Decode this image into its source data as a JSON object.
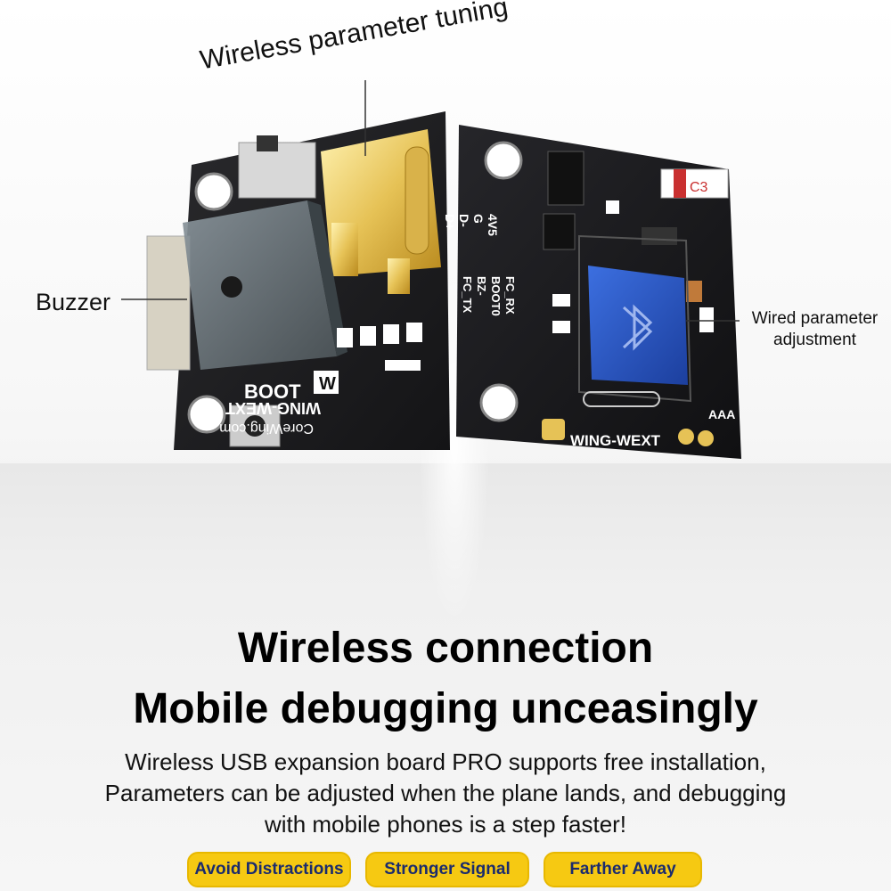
{
  "callouts": {
    "wireless_tuning": "Wireless parameter tuning",
    "buzzer": "Buzzer",
    "wired_adjust_line1": "Wired parameter",
    "wired_adjust_line2": "adjustment"
  },
  "board_labels": {
    "boot": "BOOT",
    "w": "W",
    "brand_left": "WING-WEXT",
    "site": "CoreWing.com",
    "brand_right": "WING-WEXT",
    "aaa": "AAA",
    "c3": "C3",
    "pins": [
      "4V5",
      "G",
      "D-",
      "D+",
      "FC_TX",
      "BZ-",
      "BOOT0",
      "FC_RX"
    ]
  },
  "headline": {
    "line1": "Wireless connection",
    "line2": "Mobile debugging unceasingly"
  },
  "description": {
    "line1": "Wireless USB expansion board PRO supports free installation,",
    "line2": "Parameters can be adjusted when the plane lands, and debugging",
    "line3": "with mobile phones is a step faster!"
  },
  "badges": [
    "Avoid Distractions",
    "Stronger Signal",
    "Farther Away"
  ],
  "colors": {
    "badge_fill": "#f6c912",
    "badge_text": "#1a2b6e",
    "pcb": "#1d1d1f",
    "bluetooth_chip": "#2a58c9"
  }
}
